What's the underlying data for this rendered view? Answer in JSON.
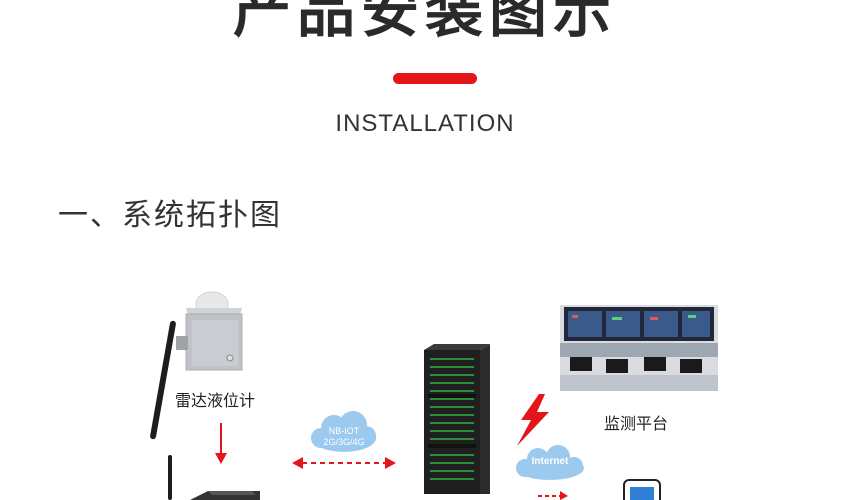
{
  "header": {
    "title": "产品安装图示",
    "subtitle": "INSTALLATION"
  },
  "section": {
    "heading": "一、系统拓扑图"
  },
  "diagram": {
    "device_label": "雷达液位计",
    "platform_label": "监测平台",
    "cloud_network_line1": "NB-IOT",
    "cloud_network_line2": "2G/3G/4G",
    "cloud_internet": "Internet",
    "colors": {
      "accent_red": "#e5161b",
      "cloud_blue": "#9cc9ee"
    }
  }
}
